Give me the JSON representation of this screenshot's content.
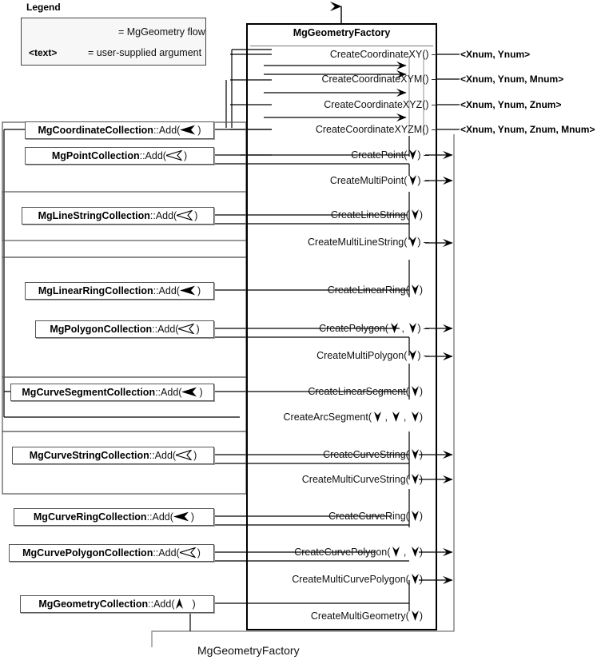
{
  "caption": "MgGeometryFactory",
  "legend": {
    "title": "Legend",
    "flow_label": "= MgGeometry flow",
    "arg_key": "<text>",
    "arg_label": "= user-supplied argument"
  },
  "factory": {
    "title": "MgGeometryFactory",
    "methods": [
      {
        "name": "CreateCoordinateXY(",
        "tail": ")",
        "args": 0,
        "trailing_dash": true
      },
      {
        "name": "CreateCoordinateXYM(",
        "tail": ")",
        "args": 0,
        "trailing_dash": true
      },
      {
        "name": "CreateCoordinateXYZ(",
        "tail": ")",
        "args": 0,
        "trailing_dash": true
      },
      {
        "name": "CreateCoordinateXYZM(",
        "tail": ")",
        "args": 0,
        "trailing_dash": true
      },
      {
        "name": "CreatePoint(",
        "tail": ")",
        "args": 1,
        "trailing_dash": true
      },
      {
        "name": "CreateMultiPoint(",
        "tail": ")",
        "args": 1,
        "trailing_dash": true
      },
      {
        "name": "CreateLineString(",
        "tail": ")",
        "args": 1,
        "trailing_dash": false
      },
      {
        "name": "CreateMultiLineString(",
        "tail": ")",
        "args": 1,
        "trailing_dash": true
      },
      {
        "name": "CreateLinearRing(",
        "tail": ")",
        "args": 1,
        "trailing_dash": false
      },
      {
        "name": "CreatePolygon(",
        "tail": ")",
        "args": 2,
        "trailing_dash": true
      },
      {
        "name": "CreateMultiPolygon(",
        "tail": ")",
        "args": 1,
        "trailing_dash": true
      },
      {
        "name": "CreateLinearSegment(",
        "tail": ")",
        "args": 1,
        "trailing_dash": false
      },
      {
        "name": "CreateArcSegment(",
        "tail": ")",
        "args": 3,
        "trailing_dash": false
      },
      {
        "name": "CreateCurveString(",
        "tail": ")",
        "args": 1,
        "trailing_dash": false
      },
      {
        "name": "CreateMultiCurveString(",
        "tail": ")",
        "args": 1,
        "trailing_dash": false
      },
      {
        "name": "CreateCurveRing(",
        "tail": ")",
        "args": 1,
        "trailing_dash": false
      },
      {
        "name": "CreateCurvePolygon(",
        "tail": ")",
        "args": 2,
        "trailing_dash": false
      },
      {
        "name": "CreateMultiCurvePolygon(",
        "tail": ")",
        "args": 1,
        "trailing_dash": false
      },
      {
        "name": "CreateMultiGeometry(",
        "tail": ")",
        "args": 1,
        "trailing_dash": false
      }
    ]
  },
  "arguments": [
    {
      "text": "<Xnum, Ynum>"
    },
    {
      "text": "<Xnum, Ynum, Mnum>"
    },
    {
      "text": "<Xnum, Ynum, Znum>"
    },
    {
      "text": "<Xnum, Ynum, Znum, Mnum>"
    }
  ],
  "collections": [
    {
      "cls": "MgCoordinateCollection",
      "sep": "::",
      "method": "Add(",
      "tail": ")"
    },
    {
      "cls": "MgPointCollection",
      "sep": "::",
      "method": "Add(",
      "tail": ")"
    },
    {
      "cls": "MgLineStringCollection",
      "sep": "::",
      "method": "Add(",
      "tail": ")"
    },
    {
      "cls": "MgLinearRingCollection",
      "sep": "::",
      "method": "Add(",
      "tail": ")"
    },
    {
      "cls": "MgPolygonCollection",
      "sep": "::",
      "method": "Add(",
      "tail": ")"
    },
    {
      "cls": "MgCurveSegmentCollection",
      "sep": "::",
      "method": "Add(",
      "tail": ")"
    },
    {
      "cls": "MgCurveStringCollection",
      "sep": "::",
      "method": "Add(",
      "tail": ")"
    },
    {
      "cls": "MgCurveRingCollection",
      "sep": "::",
      "method": "Add(",
      "tail": ")"
    },
    {
      "cls": "MgCurvePolygonCollection",
      "sep": "::",
      "method": "Add(",
      "tail": ")"
    },
    {
      "cls": "MgGeometryCollection",
      "sep": "::",
      "method": "Add(",
      "tail": ")"
    }
  ],
  "colors": {
    "line": "#000000",
    "box_border": "#555555",
    "legend_bg": "#f7f7f7"
  }
}
